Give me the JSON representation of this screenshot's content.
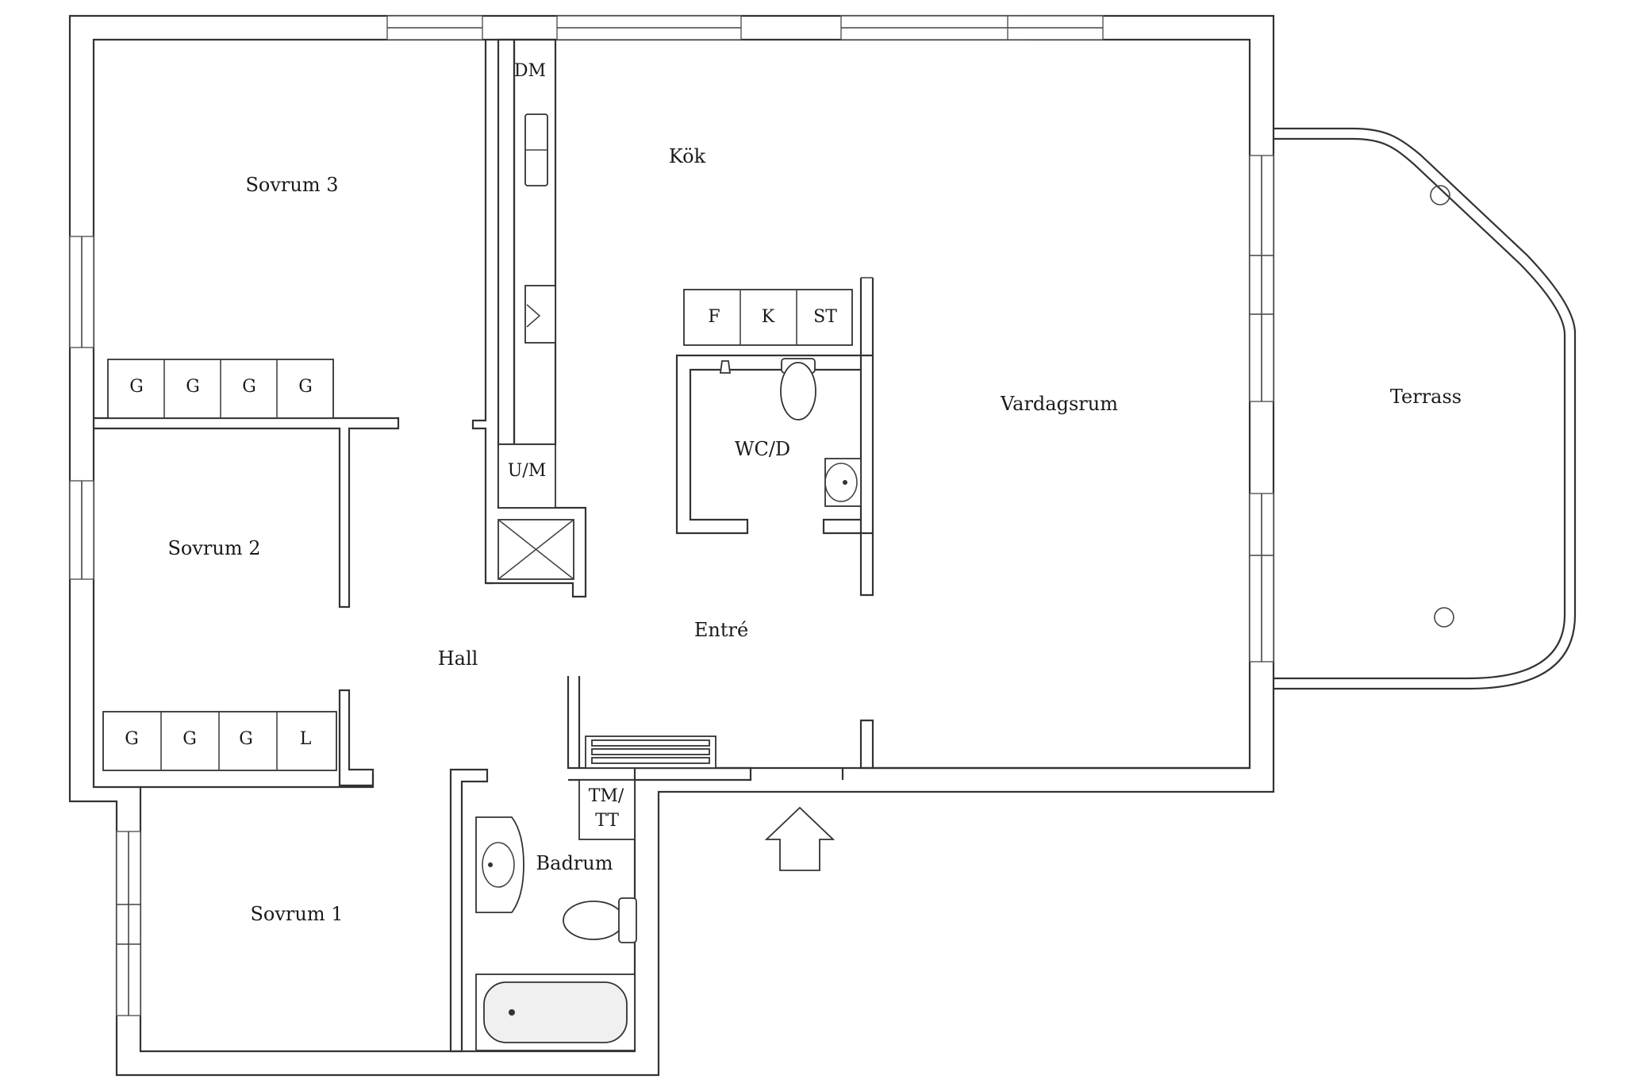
{
  "rooms": {
    "sovrum3": "Sovrum 3",
    "sovrum2": "Sovrum 2",
    "sovrum1": "Sovrum 1",
    "hall": "Hall",
    "kok": "Kök",
    "entre": "Entré",
    "wcd": "WC/D",
    "vardagsrum": "Vardagsrum",
    "terrass": "Terrass",
    "badrum": "Badrum"
  },
  "fixtures": {
    "dm": "DM",
    "um": "U/M",
    "f": "F",
    "k": "K",
    "st": "ST",
    "tm": "TM/",
    "tt": "TT",
    "g": "G",
    "l": "L"
  }
}
